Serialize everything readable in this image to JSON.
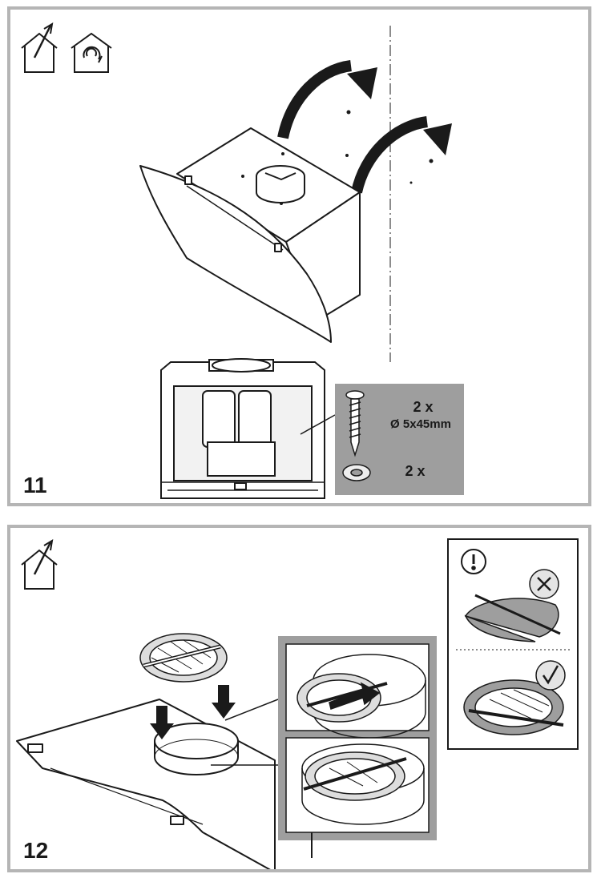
{
  "steps": [
    {
      "number": "11",
      "screw_qty": "2 x",
      "screw_spec": "Ø 5x45mm",
      "washer_qty": "2 x"
    },
    {
      "number": "12"
    }
  ],
  "icons": {
    "panel11": [
      "house-exhaust-icon",
      "house-recirculation-icon"
    ],
    "panel12": [
      "house-exhaust-icon"
    ],
    "inset": [
      "warning-icon",
      "cross-icon",
      "check-icon"
    ]
  },
  "colors": {
    "frame": "#b5b5b5",
    "grey_box": "#9e9e9e",
    "line": "#1a1a1a"
  }
}
